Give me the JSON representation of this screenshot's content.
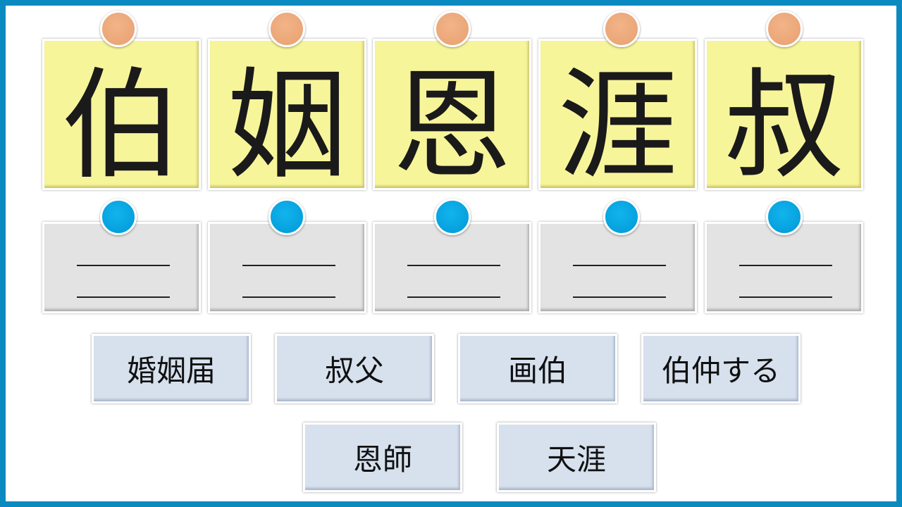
{
  "kanji": [
    "伯",
    "姻",
    "恩",
    "涯",
    "叔"
  ],
  "words": [
    "婚姻届",
    "叔父",
    "画伯",
    "伯仲する",
    "恩師",
    "天涯"
  ],
  "colors": {
    "frame": "#0a8ac0",
    "kanji_card": "#f7f59a",
    "answer_card": "#e3e3e3",
    "word_card": "#d7e1ee",
    "pin_orange": "#e8a070",
    "pin_blue": "#0098d6"
  }
}
